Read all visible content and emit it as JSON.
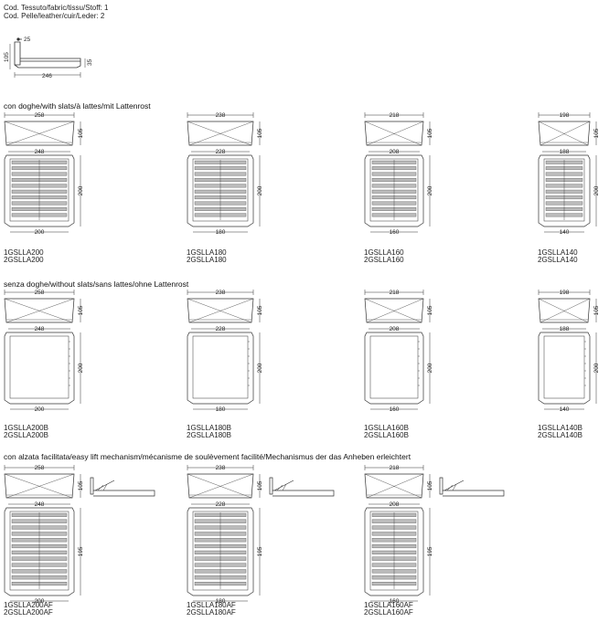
{
  "codes": {
    "fabric": "Cod. Tessuto/fabric/tissu/Stoff: 1",
    "leather": "Cod. Pelle/leather/cuir/Leder: 2"
  },
  "side_view": {
    "seat_depth": "25",
    "height": "105",
    "frame_height": "35",
    "length": "246"
  },
  "sections": [
    {
      "title": "con doghe/with slats/à lattes/mit Lattenrost",
      "style": "slats",
      "models": [
        {
          "top_width": "258",
          "inner_width": "248",
          "depth": "105",
          "length": "200",
          "mattress_width": "200",
          "code1": "1GSLLA200",
          "code2": "2GSLLA200"
        },
        {
          "top_width": "238",
          "inner_width": "228",
          "depth": "105",
          "length": "200",
          "mattress_width": "180",
          "code1": "1GSLLA180",
          "code2": "2GSLLA180"
        },
        {
          "top_width": "218",
          "inner_width": "208",
          "depth": "105",
          "length": "200",
          "mattress_width": "160",
          "code1": "1GSLLA160",
          "code2": "2GSLLA160"
        },
        {
          "top_width": "198",
          "inner_width": "188",
          "depth": "105",
          "length": "200",
          "mattress_width": "140",
          "code1": "1GSLLA140",
          "code2": "2GSLLA140"
        }
      ]
    },
    {
      "title": "senza doghe/without slats/sans lattes/ohne Lattenrost",
      "style": "plain",
      "models": [
        {
          "top_width": "258",
          "inner_width": "248",
          "depth": "105",
          "length": "200",
          "mattress_width": "200",
          "code1": "1GSLLA200B",
          "code2": "2GSLLA200B"
        },
        {
          "top_width": "238",
          "inner_width": "228",
          "depth": "105",
          "length": "200",
          "mattress_width": "180",
          "code1": "1GSLLA180B",
          "code2": "2GSLLA180B"
        },
        {
          "top_width": "218",
          "inner_width": "208",
          "depth": "105",
          "length": "200",
          "mattress_width": "160",
          "code1": "1GSLLA160B",
          "code2": "2GSLLA160B"
        },
        {
          "top_width": "198",
          "inner_width": "188",
          "depth": "105",
          "length": "200",
          "mattress_width": "140",
          "code1": "1GSLLA140B",
          "code2": "2GSLLA140B"
        }
      ]
    },
    {
      "title": "con alzata facilitata/easy lift mechanism/mécanisme de soulèvement facilité/Mechanismus der das Anheben erleichtert",
      "style": "lift",
      "models": [
        {
          "top_width": "258",
          "inner_width": "248",
          "depth": "105",
          "length": "195",
          "mattress_width": "200",
          "code1": "1GSLLA200AF",
          "code2": "2GSLLA200AF"
        },
        {
          "top_width": "238",
          "inner_width": "228",
          "depth": "105",
          "length": "195",
          "mattress_width": "180",
          "code1": "1GSLLA180AF",
          "code2": "2GSLLA180AF"
        },
        {
          "top_width": "218",
          "inner_width": "208",
          "depth": "105",
          "length": "195",
          "mattress_width": "160",
          "code1": "1GSLLA160AF",
          "code2": "2GSLLA160AF"
        }
      ]
    }
  ]
}
